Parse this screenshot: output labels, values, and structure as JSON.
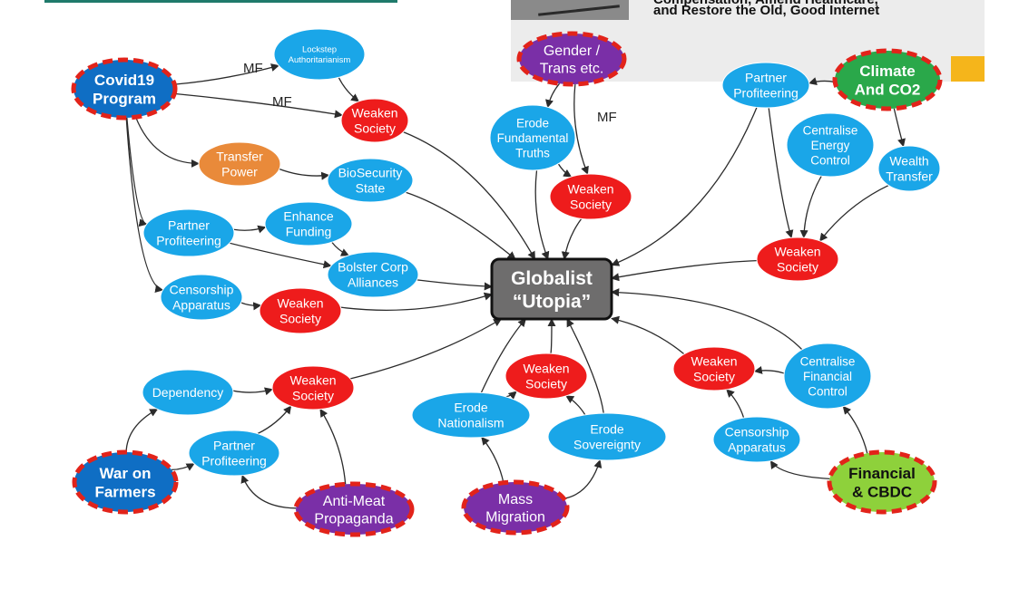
{
  "page": {
    "top_bar_color": "#1f7a6b",
    "accent_color": "#f5b51b",
    "headline_cut_text": "Compensation, Amend Healthcare,",
    "headline_text": "and Restore the Old, Good Internet"
  },
  "colors": {
    "blue": "#1aa6e8",
    "red": "#ee1c1c",
    "orange": "#e98a3a",
    "purple": "#7a2fa7",
    "green": "#2aa84a",
    "lime": "#8ed13b",
    "dark_blue": "#0f6ec4",
    "hub": "#6e6d6d",
    "dash": "#e2231a",
    "edge": "#2b2b2b"
  },
  "nodes": [
    {
      "id": "covid",
      "lines": [
        "Covid19",
        "Program"
      ],
      "color": "dark_blue",
      "dashed": true
    },
    {
      "id": "lockstep",
      "lines": [
        "Lockstep",
        "Authoritarianism"
      ],
      "color": "blue",
      "small": true
    },
    {
      "id": "weaken_covid",
      "lines": [
        "Weaken",
        "Society"
      ],
      "color": "red"
    },
    {
      "id": "transfer_power",
      "lines": [
        "Transfer",
        "Power"
      ],
      "color": "orange"
    },
    {
      "id": "biosecurity",
      "lines": [
        "BioSecurity",
        "State"
      ],
      "color": "blue"
    },
    {
      "id": "partner_covid",
      "lines": [
        "Partner",
        "Profiteering"
      ],
      "color": "blue"
    },
    {
      "id": "enhance_funding",
      "lines": [
        "Enhance",
        "Funding"
      ],
      "color": "blue"
    },
    {
      "id": "bolster",
      "lines": [
        "Bolster Corp",
        "Alliances"
      ],
      "color": "blue"
    },
    {
      "id": "censorship_covid",
      "lines": [
        "Censorship",
        "Apparatus"
      ],
      "color": "blue"
    },
    {
      "id": "weaken_censorship",
      "lines": [
        "Weaken",
        "Society"
      ],
      "color": "red"
    },
    {
      "id": "gender",
      "lines": [
        "Gender /",
        "Trans etc."
      ],
      "color": "purple",
      "dashed": true
    },
    {
      "id": "erode_truths",
      "lines": [
        "Erode",
        "Fundamental",
        "Truths"
      ],
      "color": "blue"
    },
    {
      "id": "weaken_gender",
      "lines": [
        "Weaken",
        "Society"
      ],
      "color": "red"
    },
    {
      "id": "climate",
      "lines": [
        "Climate",
        "And CO2"
      ],
      "color": "green",
      "dashed": true
    },
    {
      "id": "partner_climate",
      "lines": [
        "Partner",
        "Profiteering"
      ],
      "color": "blue"
    },
    {
      "id": "centralise_energy",
      "lines": [
        "Centralise",
        "Energy",
        "Control"
      ],
      "color": "blue"
    },
    {
      "id": "wealth_transfer",
      "lines": [
        "Wealth",
        "Transfer"
      ],
      "color": "blue"
    },
    {
      "id": "weaken_climate",
      "lines": [
        "Weaken",
        "Society"
      ],
      "color": "red"
    },
    {
      "id": "hub",
      "lines": [
        "Globalist",
        "“Utopia”"
      ],
      "color": "hub",
      "hub": true
    },
    {
      "id": "farmers",
      "lines": [
        "War on",
        "Farmers"
      ],
      "color": "dark_blue",
      "dashed": true
    },
    {
      "id": "dependency",
      "lines": [
        "Dependency"
      ],
      "color": "blue"
    },
    {
      "id": "partner_farmers",
      "lines": [
        "Partner",
        "Profiteering"
      ],
      "color": "blue"
    },
    {
      "id": "weaken_farmers",
      "lines": [
        "Weaken",
        "Society"
      ],
      "color": "red"
    },
    {
      "id": "antimeat",
      "lines": [
        "Anti-Meat",
        "Propaganda"
      ],
      "color": "purple",
      "dashed": true
    },
    {
      "id": "erode_nationalism",
      "lines": [
        "Erode",
        "Nationalism"
      ],
      "color": "blue"
    },
    {
      "id": "weaken_migration",
      "lines": [
        "Weaken",
        "Society"
      ],
      "color": "red"
    },
    {
      "id": "erode_sovereignty",
      "lines": [
        "Erode",
        "Sovereignty"
      ],
      "color": "blue"
    },
    {
      "id": "migration",
      "lines": [
        "Mass",
        "Migration"
      ],
      "color": "purple",
      "dashed": true
    },
    {
      "id": "weaken_finance",
      "lines": [
        "Weaken",
        "Society"
      ],
      "color": "red"
    },
    {
      "id": "centralise_financial",
      "lines": [
        "Centralise",
        "Financial",
        "Control"
      ],
      "color": "blue"
    },
    {
      "id": "censorship_finance",
      "lines": [
        "Censorship",
        "Apparatus"
      ],
      "color": "blue"
    },
    {
      "id": "financial",
      "lines": [
        "Financial",
        "& CBDC"
      ],
      "color": "lime",
      "dashed": true
    }
  ],
  "edges": [
    {
      "from": "covid",
      "to": "lockstep",
      "label": "MF"
    },
    {
      "from": "covid",
      "to": "weaken_covid",
      "label": "MF"
    },
    {
      "from": "lockstep",
      "to": "weaken_covid"
    },
    {
      "from": "covid",
      "to": "transfer_power"
    },
    {
      "from": "transfer_power",
      "to": "biosecurity"
    },
    {
      "from": "covid",
      "to": "partner_covid"
    },
    {
      "from": "partner_covid",
      "to": "enhance_funding"
    },
    {
      "from": "enhance_funding",
      "to": "bolster"
    },
    {
      "from": "partner_covid",
      "to": "bolster"
    },
    {
      "from": "covid",
      "to": "censorship_covid"
    },
    {
      "from": "censorship_covid",
      "to": "weaken_censorship"
    },
    {
      "from": "weaken_covid",
      "to": "hub"
    },
    {
      "from": "biosecurity",
      "to": "hub"
    },
    {
      "from": "bolster",
      "to": "hub"
    },
    {
      "from": "weaken_censorship",
      "to": "hub"
    },
    {
      "from": "gender",
      "to": "erode_truths"
    },
    {
      "from": "gender",
      "to": "weaken_gender",
      "label": "MF"
    },
    {
      "from": "erode_truths",
      "to": "weaken_gender"
    },
    {
      "from": "erode_truths",
      "to": "hub"
    },
    {
      "from": "weaken_gender",
      "to": "hub"
    },
    {
      "from": "climate",
      "to": "partner_climate"
    },
    {
      "from": "climate",
      "to": "wealth_transfer"
    },
    {
      "from": "partner_climate",
      "to": "hub"
    },
    {
      "from": "partner_climate",
      "to": "weaken_climate"
    },
    {
      "from": "centralise_energy",
      "to": "weaken_climate"
    },
    {
      "from": "wealth_transfer",
      "to": "weaken_climate"
    },
    {
      "from": "weaken_climate",
      "to": "hub"
    },
    {
      "from": "farmers",
      "to": "dependency"
    },
    {
      "from": "farmers",
      "to": "partner_farmers"
    },
    {
      "from": "dependency",
      "to": "weaken_farmers"
    },
    {
      "from": "partner_farmers",
      "to": "weaken_farmers"
    },
    {
      "from": "antimeat",
      "to": "partner_farmers"
    },
    {
      "from": "antimeat",
      "to": "weaken_farmers"
    },
    {
      "from": "weaken_farmers",
      "to": "hub"
    },
    {
      "from": "migration",
      "to": "erode_nationalism"
    },
    {
      "from": "migration",
      "to": "erode_sovereignty"
    },
    {
      "from": "erode_nationalism",
      "to": "weaken_migration"
    },
    {
      "from": "erode_nationalism",
      "to": "hub"
    },
    {
      "from": "erode_sovereignty",
      "to": "weaken_migration"
    },
    {
      "from": "erode_sovereignty",
      "to": "hub"
    },
    {
      "from": "weaken_migration",
      "to": "hub"
    },
    {
      "from": "financial",
      "to": "centralise_financial"
    },
    {
      "from": "financial",
      "to": "censorship_finance"
    },
    {
      "from": "centralise_financial",
      "to": "weaken_finance"
    },
    {
      "from": "censorship_finance",
      "to": "weaken_finance"
    },
    {
      "from": "centralise_financial",
      "to": "hub"
    },
    {
      "from": "weaken_finance",
      "to": "hub"
    }
  ]
}
